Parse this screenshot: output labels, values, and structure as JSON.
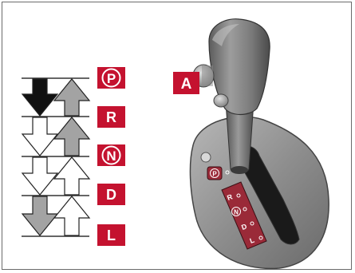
{
  "gears": [
    {
      "id": "P",
      "label": "P",
      "circled": true
    },
    {
      "id": "R",
      "label": "R",
      "circled": false
    },
    {
      "id": "N",
      "label": "N",
      "circled": true
    },
    {
      "id": "D",
      "label": "D",
      "circled": false
    },
    {
      "id": "L",
      "label": "L",
      "circled": false
    }
  ],
  "callout": {
    "label": "A"
  },
  "gate_labels": [
    "P",
    "R",
    "N",
    "D",
    "L"
  ],
  "colors": {
    "badge": "#c4122f",
    "arrow_black": "#111111",
    "arrow_gray": "#a3a3a3",
    "arrow_white": "#ffffff",
    "gate_plate": "#9a2a38"
  },
  "arrows": {
    "down": [
      "black",
      "white",
      "white",
      "gray"
    ],
    "up": [
      "gray",
      "gray",
      "white",
      "white"
    ]
  }
}
